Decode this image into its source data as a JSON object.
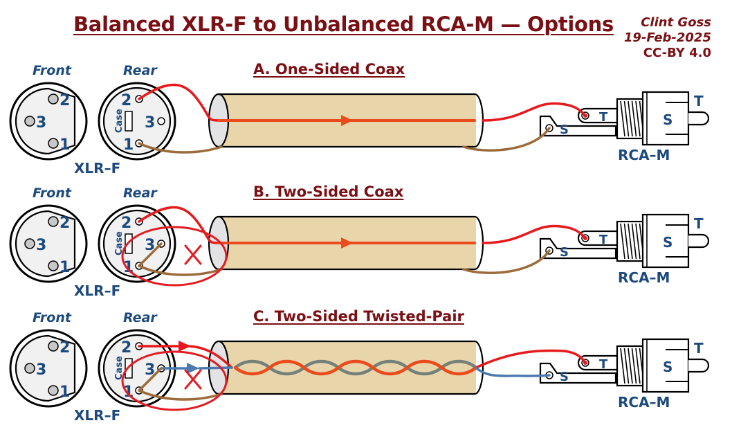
{
  "title": "Balanced XLR-F to Unbalanced RCA-M — Options",
  "credit": {
    "author": "Clint Goss",
    "date": "19-Feb-2025",
    "license": "CC-BY 4.0"
  },
  "colors": {
    "title": "#7a0f14",
    "label": "#1d4a7e",
    "hot_wire": "#e8191c",
    "cold_wire": "#4a7bb0",
    "shield_wire": "#9c6b3a",
    "cable_jacket": "#e8d5aa",
    "cable_end": "#e3e3e6",
    "twist_signal": "#ea4a1c",
    "twist_gray": "#74807a",
    "no_connect_mark": "#e31b23"
  },
  "sections": [
    {
      "id": "A",
      "title": "A. One-Sided Coax",
      "xlr": {
        "front_label": "Front",
        "rear_label": "Rear",
        "connector_label": "XLR–F",
        "pins": [
          "1",
          "2",
          "3"
        ],
        "case_label": "Case"
      },
      "rca": {
        "connector_label": "RCA–M",
        "tip_label": "T",
        "sleeve_label": "S"
      },
      "cable": "coax",
      "pin3_to_pin1_jumper": false,
      "shield_grounded_at_xlr": true,
      "shield_grounded_at_rca": true,
      "no_connect_mark": false
    },
    {
      "id": "B",
      "title": "B. Two-Sided Coax",
      "xlr": {
        "front_label": "Front",
        "rear_label": "Rear",
        "connector_label": "XLR–F",
        "pins": [
          "1",
          "2",
          "3"
        ],
        "case_label": "Case"
      },
      "rca": {
        "connector_label": "RCA–M",
        "tip_label": "T",
        "sleeve_label": "S"
      },
      "cable": "coax",
      "pin3_to_pin1_jumper": true,
      "shield_grounded_at_xlr": true,
      "shield_grounded_at_rca": true,
      "no_connect_mark": true
    },
    {
      "id": "C",
      "title": "C. Two-Sided Twisted-Pair",
      "xlr": {
        "front_label": "Front",
        "rear_label": "Rear",
        "connector_label": "XLR–F",
        "pins": [
          "1",
          "2",
          "3"
        ],
        "case_label": "Case"
      },
      "rca": {
        "connector_label": "RCA–M",
        "tip_label": "T",
        "sleeve_label": "S"
      },
      "cable": "twisted-pair",
      "pin3_to_pin1_jumper": true,
      "shield_grounded_at_xlr": true,
      "shield_grounded_at_rca": false,
      "no_connect_mark": true
    }
  ]
}
